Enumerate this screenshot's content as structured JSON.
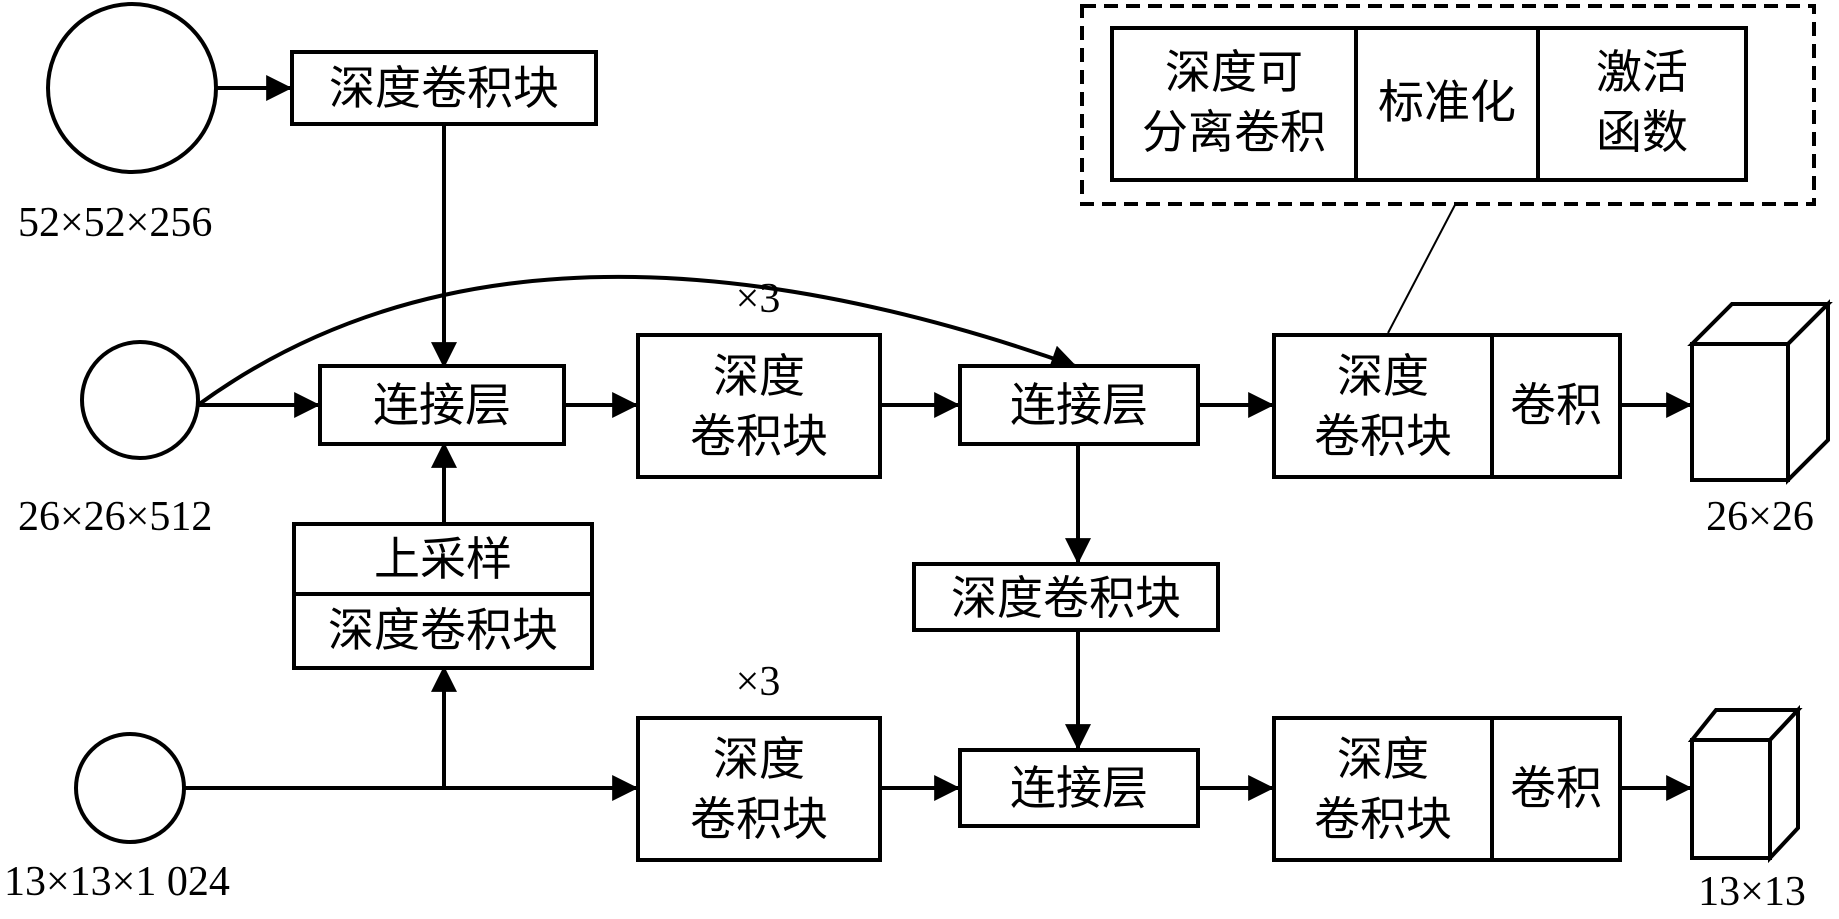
{
  "inputs": {
    "in52": "52×52×256",
    "in26": "26×26×512",
    "in13": "13×13×1 024"
  },
  "outputs": {
    "out26": "26×26",
    "out13": "13×13"
  },
  "blocks": {
    "dwblock_top": "深度卷积块",
    "concat_1": "连接层",
    "concat_2": "连接层",
    "concat_3": "连接层",
    "repeat_1": "×3",
    "repeat_2": "×3",
    "dw_mid_line1": "深度",
    "dw_mid_line2": "卷积块",
    "dw_bot_line1": "深度",
    "dw_bot_line2": "卷积块",
    "upsample": "上采样",
    "upsample_dw": "深度卷积块",
    "dw_center": "深度卷积块",
    "head_top_line1": "深度",
    "head_top_line2": "卷积块",
    "head_top_conv": "卷积",
    "head_bot_line1": "深度",
    "head_bot_line2": "卷积块",
    "head_bot_conv": "卷积"
  },
  "legend": {
    "sep_conv_line1": "深度可",
    "sep_conv_line2": "分离卷积",
    "norm": "标准化",
    "act_line1": "激活",
    "act_line2": "函数"
  }
}
